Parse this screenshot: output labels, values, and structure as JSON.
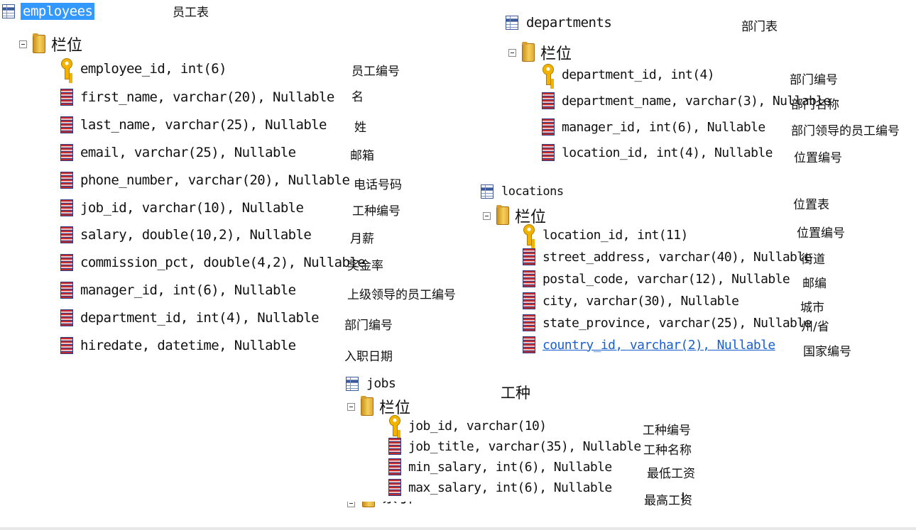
{
  "employees": {
    "name": "employees",
    "note": "员工表",
    "folder": "栏位",
    "columns": [
      {
        "text": "employee_id, int(6)",
        "note": "员工编号"
      },
      {
        "text": "first_name, varchar(20), Nullable",
        "note": "名"
      },
      {
        "text": "last_name, varchar(25), Nullable",
        "note": "姓"
      },
      {
        "text": "email, varchar(25), Nullable",
        "note": "邮箱"
      },
      {
        "text": "phone_number, varchar(20), Nullable",
        "note": "电话号码"
      },
      {
        "text": "job_id, varchar(10), Nullable",
        "note": "工种编号"
      },
      {
        "text": "salary, double(10,2), Nullable",
        "note": "月薪"
      },
      {
        "text": "commission_pct, double(4,2), Nullable",
        "note": "奖金率"
      },
      {
        "text": "manager_id, int(6), Nullable",
        "note": "上级领导的员工编号"
      },
      {
        "text": "department_id, int(4), Nullable",
        "note": "部门编号"
      },
      {
        "text": "hiredate, datetime, Nullable",
        "note": "入职日期"
      }
    ]
  },
  "departments": {
    "name": "departments",
    "note": "部门表",
    "folder": "栏位",
    "columns": [
      {
        "text": "department_id, int(4)",
        "note": "部门编号"
      },
      {
        "text": "department_name, varchar(3), Nullable",
        "note": "部门名称"
      },
      {
        "text": "manager_id, int(6), Nullable",
        "note": "部门领导的员工编号"
      },
      {
        "text": "location_id, int(4), Nullable",
        "note": "位置编号"
      }
    ]
  },
  "locations": {
    "name": "locations",
    "note": "位置表",
    "folder": "栏位",
    "columns": [
      {
        "text": "location_id, int(11)",
        "note": "位置编号"
      },
      {
        "text": "street_address, varchar(40), Nullable",
        "note": "街道"
      },
      {
        "text": "postal_code, varchar(12), Nullable",
        "note": "邮编"
      },
      {
        "text": "city, varchar(30), Nullable",
        "note": "城市"
      },
      {
        "text": "state_province, varchar(25), Nullable",
        "note": "州/省"
      },
      {
        "text": "country_id, varchar(2), Nullable",
        "note": "国家编号"
      }
    ]
  },
  "jobs": {
    "name": "jobs",
    "note": "工种",
    "folder": "栏位",
    "partial_folder": "索引",
    "columns": [
      {
        "text": "job_id, varchar(10)",
        "note": "工种编号"
      },
      {
        "text": "job_title, varchar(35), Nullable",
        "note": "工种名称"
      },
      {
        "text": "min_salary, int(6), Nullable",
        "note": "最低工资"
      },
      {
        "text": "max_salary, int(6), Nullable",
        "note": "最高工资"
      }
    ]
  },
  "colors": {
    "selection": "#3399ff",
    "link": "#1a5fd0",
    "key": "#f1b300",
    "table_icon": "#3c5a99"
  },
  "icons": {
    "table": "table-icon",
    "folder": "folder-icon",
    "primary_key": "key-icon",
    "column": "column-icon",
    "cursor": "text-cursor-icon"
  }
}
